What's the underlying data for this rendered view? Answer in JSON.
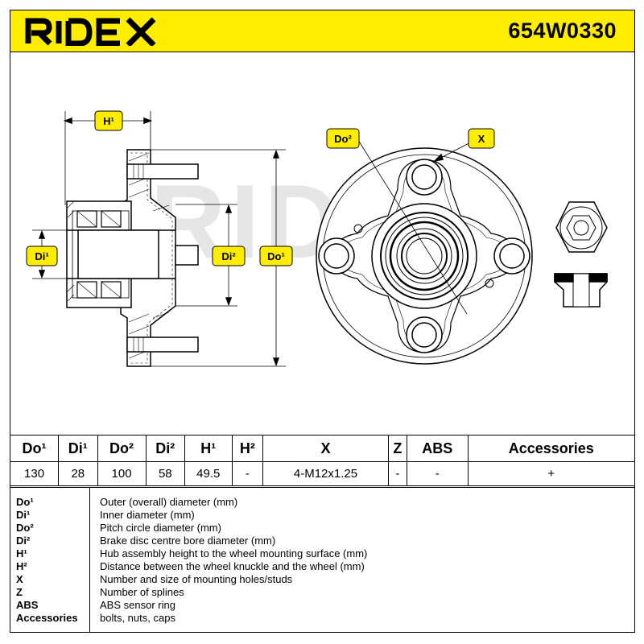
{
  "header": {
    "brand": "RIDEX",
    "part_number": "654W0330",
    "background_color": "#ffed00"
  },
  "drawing": {
    "watermark": "RIDEX",
    "labels": {
      "h1": "H¹",
      "di1": "Di¹",
      "di2": "Di²",
      "do1": "Do¹",
      "do2": "Do²",
      "x": "X"
    }
  },
  "table": {
    "headers": [
      "Do¹",
      "Di¹",
      "Do²",
      "Di²",
      "H¹",
      "H²",
      "X",
      "Z",
      "ABS",
      "Accessories"
    ],
    "values": [
      "130",
      "28",
      "100",
      "58",
      "49.5",
      "-",
      "4-M12x1.25",
      "-",
      "-",
      "+"
    ]
  },
  "legend": [
    {
      "key": "Do¹",
      "desc": "Outer (overall) diameter (mm)"
    },
    {
      "key": "Di¹",
      "desc": "Inner diameter (mm)"
    },
    {
      "key": "Do²",
      "desc": "Pitch circle diameter (mm)"
    },
    {
      "key": "Di²",
      "desc": "Brake disc centre bore diameter (mm)"
    },
    {
      "key": "H¹",
      "desc": "Hub assembly height to the wheel mounting surface (mm)"
    },
    {
      "key": "H²",
      "desc": "Distance between the wheel knuckle and the wheel (mm)"
    },
    {
      "key": "X",
      "desc": "Number and size of mounting holes/studs"
    },
    {
      "key": "Z",
      "desc": "Number of splines"
    },
    {
      "key": "ABS",
      "desc": "ABS sensor ring"
    },
    {
      "key": "Accessories",
      "desc": "bolts, nuts, caps"
    }
  ]
}
